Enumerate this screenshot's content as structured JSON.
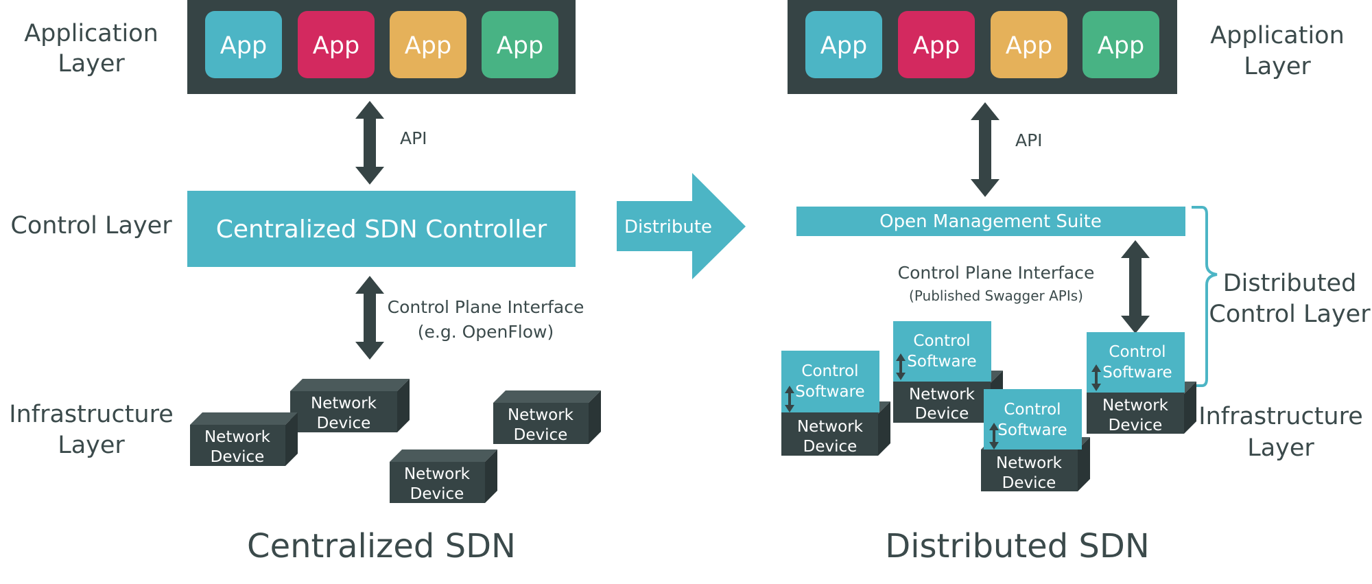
{
  "colors": {
    "dark": "#364445",
    "dark_top": "#4b5a5b",
    "dark_side": "#2a3536",
    "teal": "#4cb5c5",
    "app_colors": [
      "#4cb5c5",
      "#d3295f",
      "#e5b15a",
      "#48b384"
    ],
    "text": "#3b4a4b"
  },
  "left": {
    "app_layer_label": [
      "Application",
      "Layer"
    ],
    "apps": [
      "App",
      "App",
      "App",
      "App"
    ],
    "api_label": "API",
    "control_layer_label": "Control Layer",
    "controller_label": "Centralized SDN Controller",
    "cpi_label": [
      "Control Plane Interface",
      "(e.g. OpenFlow)"
    ],
    "infra_label": [
      "Infrastructure",
      "Layer"
    ],
    "devices": [
      [
        "Network",
        "Device"
      ],
      [
        "Network",
        "Device"
      ],
      [
        "Network",
        "Device"
      ],
      [
        "Network",
        "Device"
      ]
    ],
    "title": "Centralized SDN"
  },
  "middle": {
    "distribute_label": "Distribute"
  },
  "right": {
    "app_layer_label": [
      "Application",
      "Layer"
    ],
    "apps": [
      "App",
      "App",
      "App",
      "App"
    ],
    "api_label": "API",
    "oms_label": "Open Management Suite",
    "cpi_label": [
      "Control Plane Interface",
      "(Published Swagger APIs)"
    ],
    "distributed_control_label": [
      "Distributed",
      "Control Layer"
    ],
    "infra_label": [
      "Infrastructure",
      "Layer"
    ],
    "nodes": [
      {
        "software": [
          "Control",
          "Software"
        ],
        "device": [
          "Network",
          "Device"
        ]
      },
      {
        "software": [
          "Control",
          "Software"
        ],
        "device": [
          "Network",
          "Device"
        ]
      },
      {
        "software": [
          "Control",
          "Software"
        ],
        "device": [
          "Network",
          "Device"
        ]
      },
      {
        "software": [
          "Control",
          "Software"
        ],
        "device": [
          "Network",
          "Device"
        ]
      }
    ],
    "title": "Distributed SDN"
  }
}
